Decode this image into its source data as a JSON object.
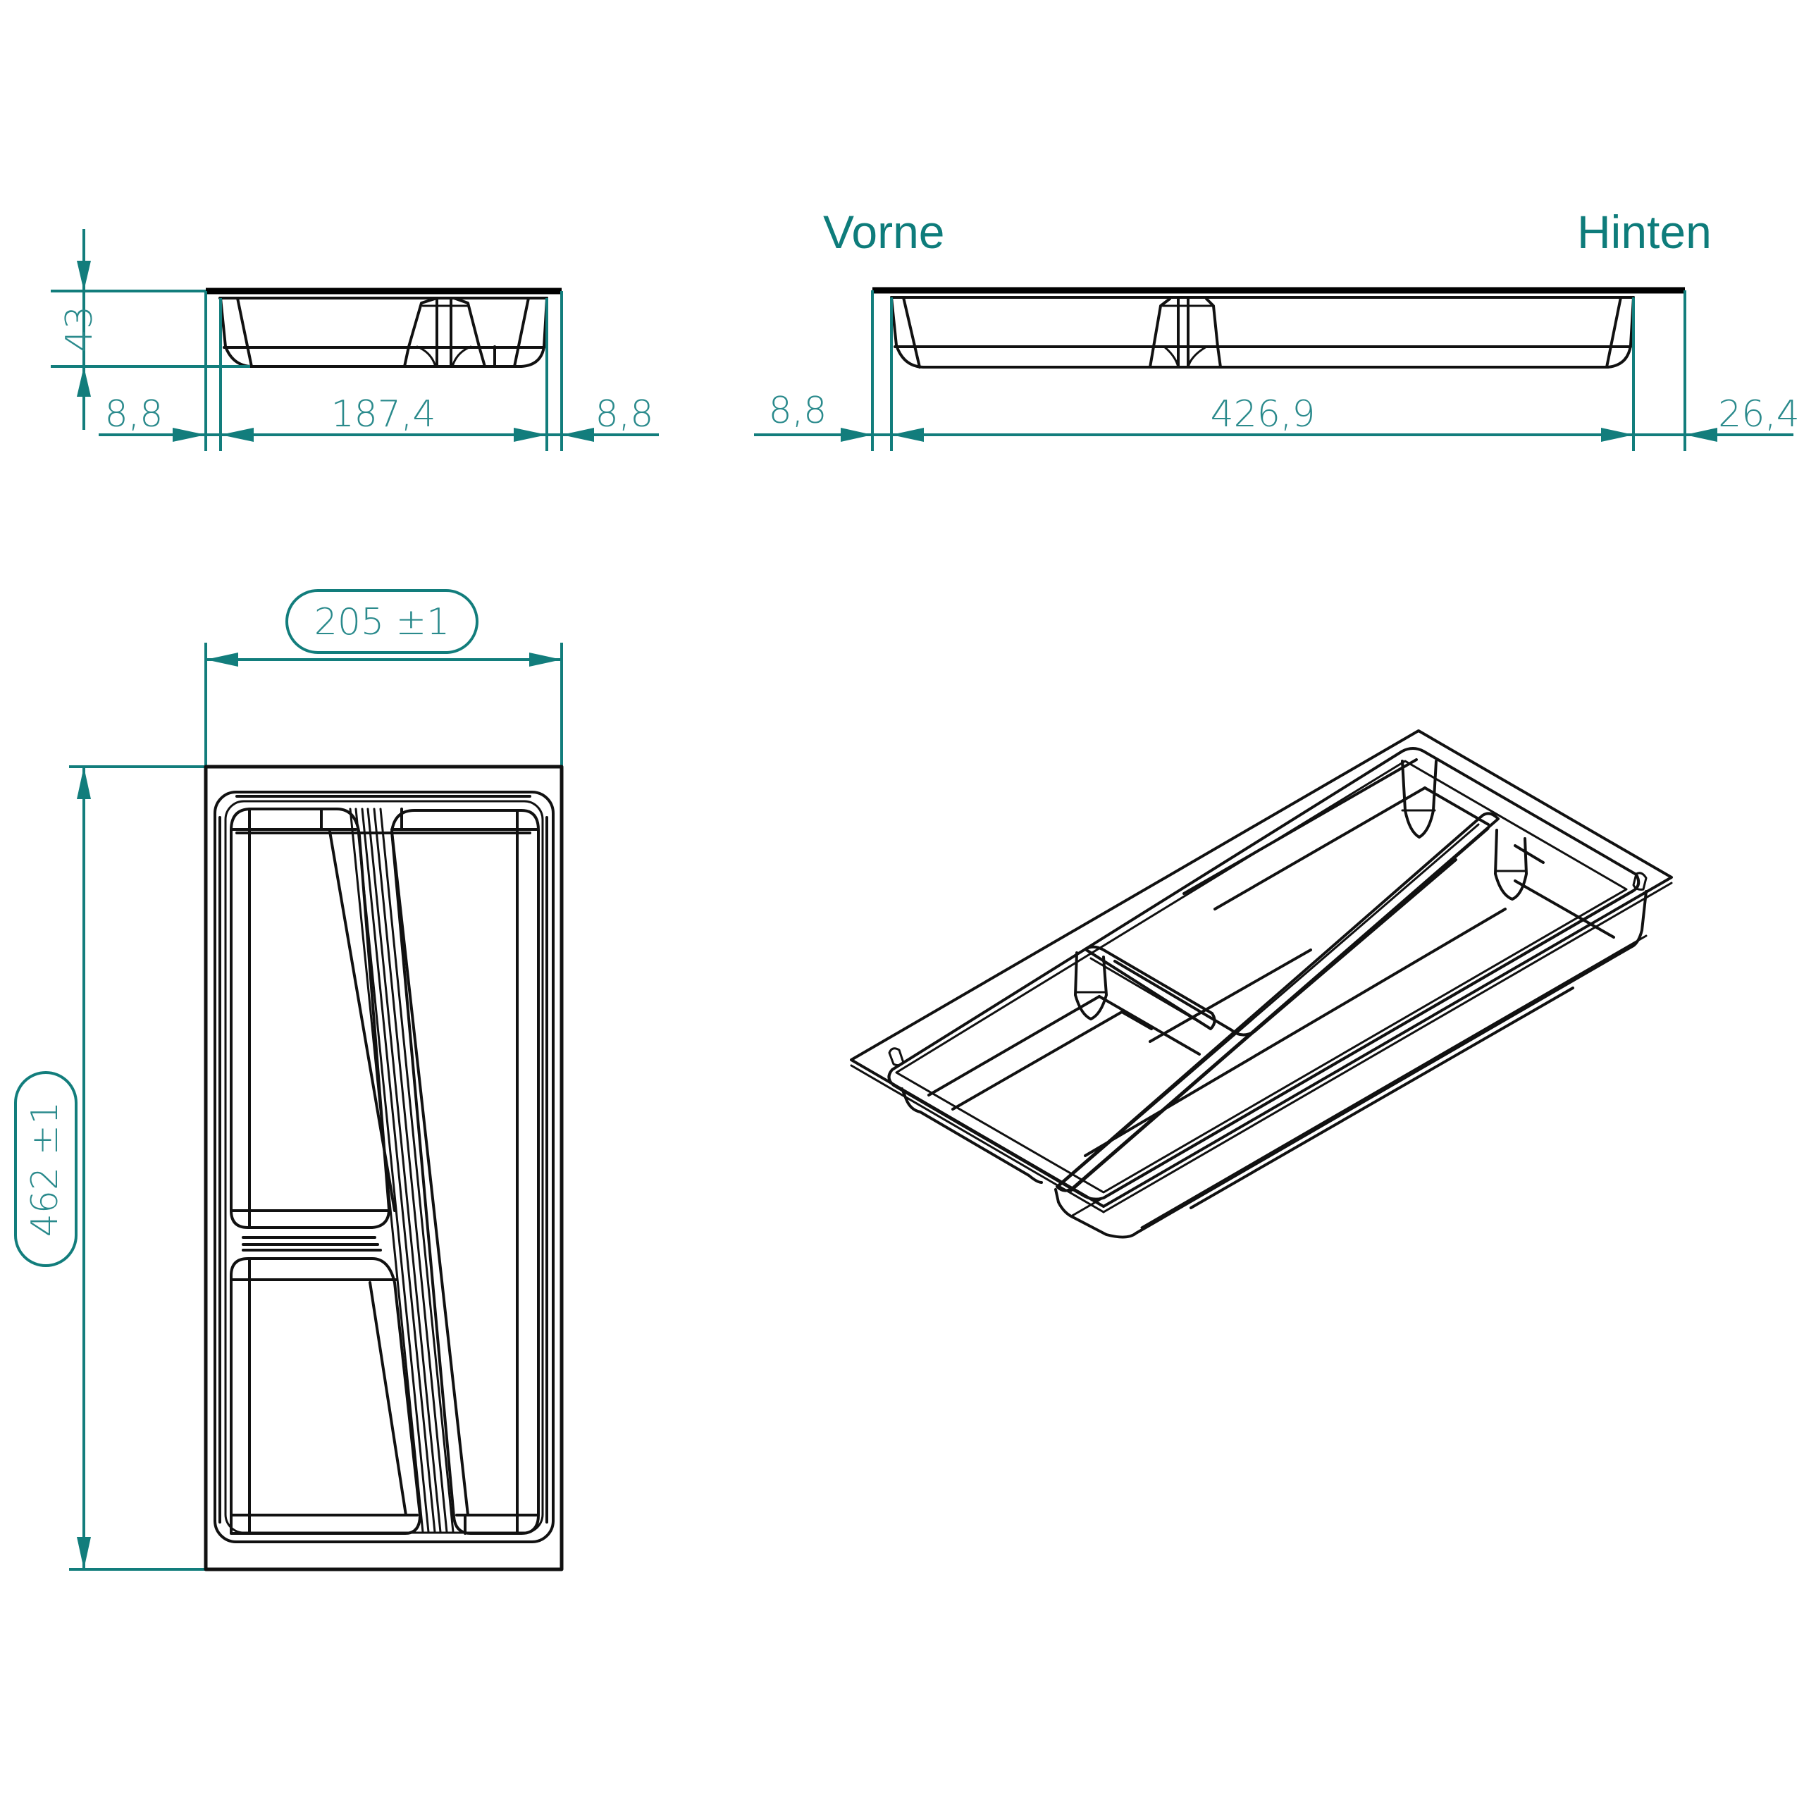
{
  "colors": {
    "dimension": "#127d7c",
    "dimension_text": "#2a8a8c",
    "heading": "#0e7c7b",
    "outline": "#111111",
    "background": "#ffffff"
  },
  "side_view_width": {
    "height_label": "43",
    "left_flange_label": "8,8",
    "inner_width_label": "187,4",
    "right_flange_label": "8,8"
  },
  "side_view_length": {
    "front_heading": "Vorne",
    "back_heading": "Hinten",
    "front_flange_label": "8,8",
    "inner_length_label": "426,9",
    "back_flange_label": "26,4"
  },
  "top_view": {
    "overall_width_label": "205 ±1",
    "overall_length_label": "462 ±1"
  },
  "isometric_view": {
    "label": ""
  }
}
